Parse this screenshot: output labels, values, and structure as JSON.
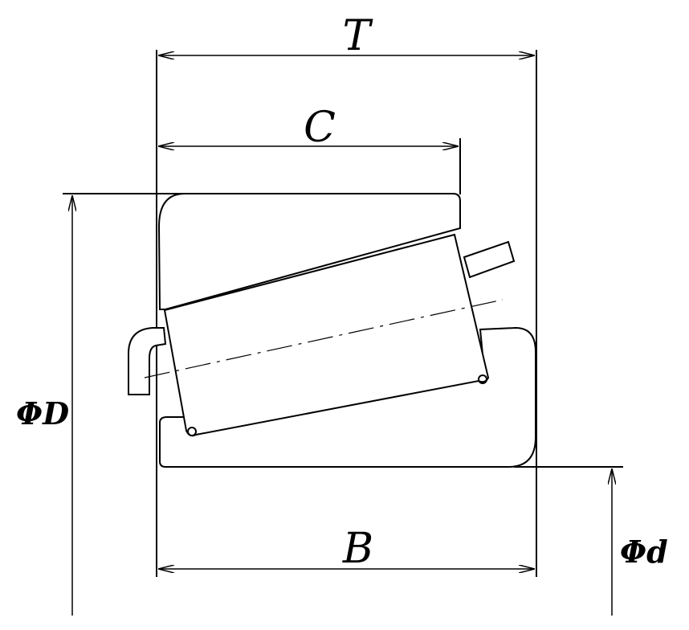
{
  "labels": {
    "T": "T",
    "C": "C",
    "B": "B",
    "D": "ΦD",
    "d": "Φd"
  },
  "colors": {
    "line": "#000000",
    "background": "#ffffff"
  }
}
